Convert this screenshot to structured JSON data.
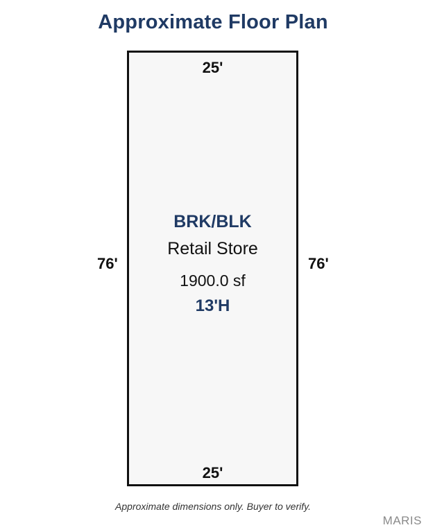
{
  "title": "Approximate Floor Plan",
  "dimensions": {
    "top": "25'",
    "bottom": "25'",
    "left": "76'",
    "right": "76'"
  },
  "room": {
    "material": "BRK/BLK",
    "use": "Retail Store",
    "area": "1900.0 sf",
    "height": "13'H"
  },
  "disclaimer": "Approximate dimensions only. Buyer to verify.",
  "watermark": "MARIS",
  "colors": {
    "title": "#1f3a64",
    "accent": "#1f3a64",
    "outline": "#111111",
    "fill": "#f7f7f7"
  }
}
